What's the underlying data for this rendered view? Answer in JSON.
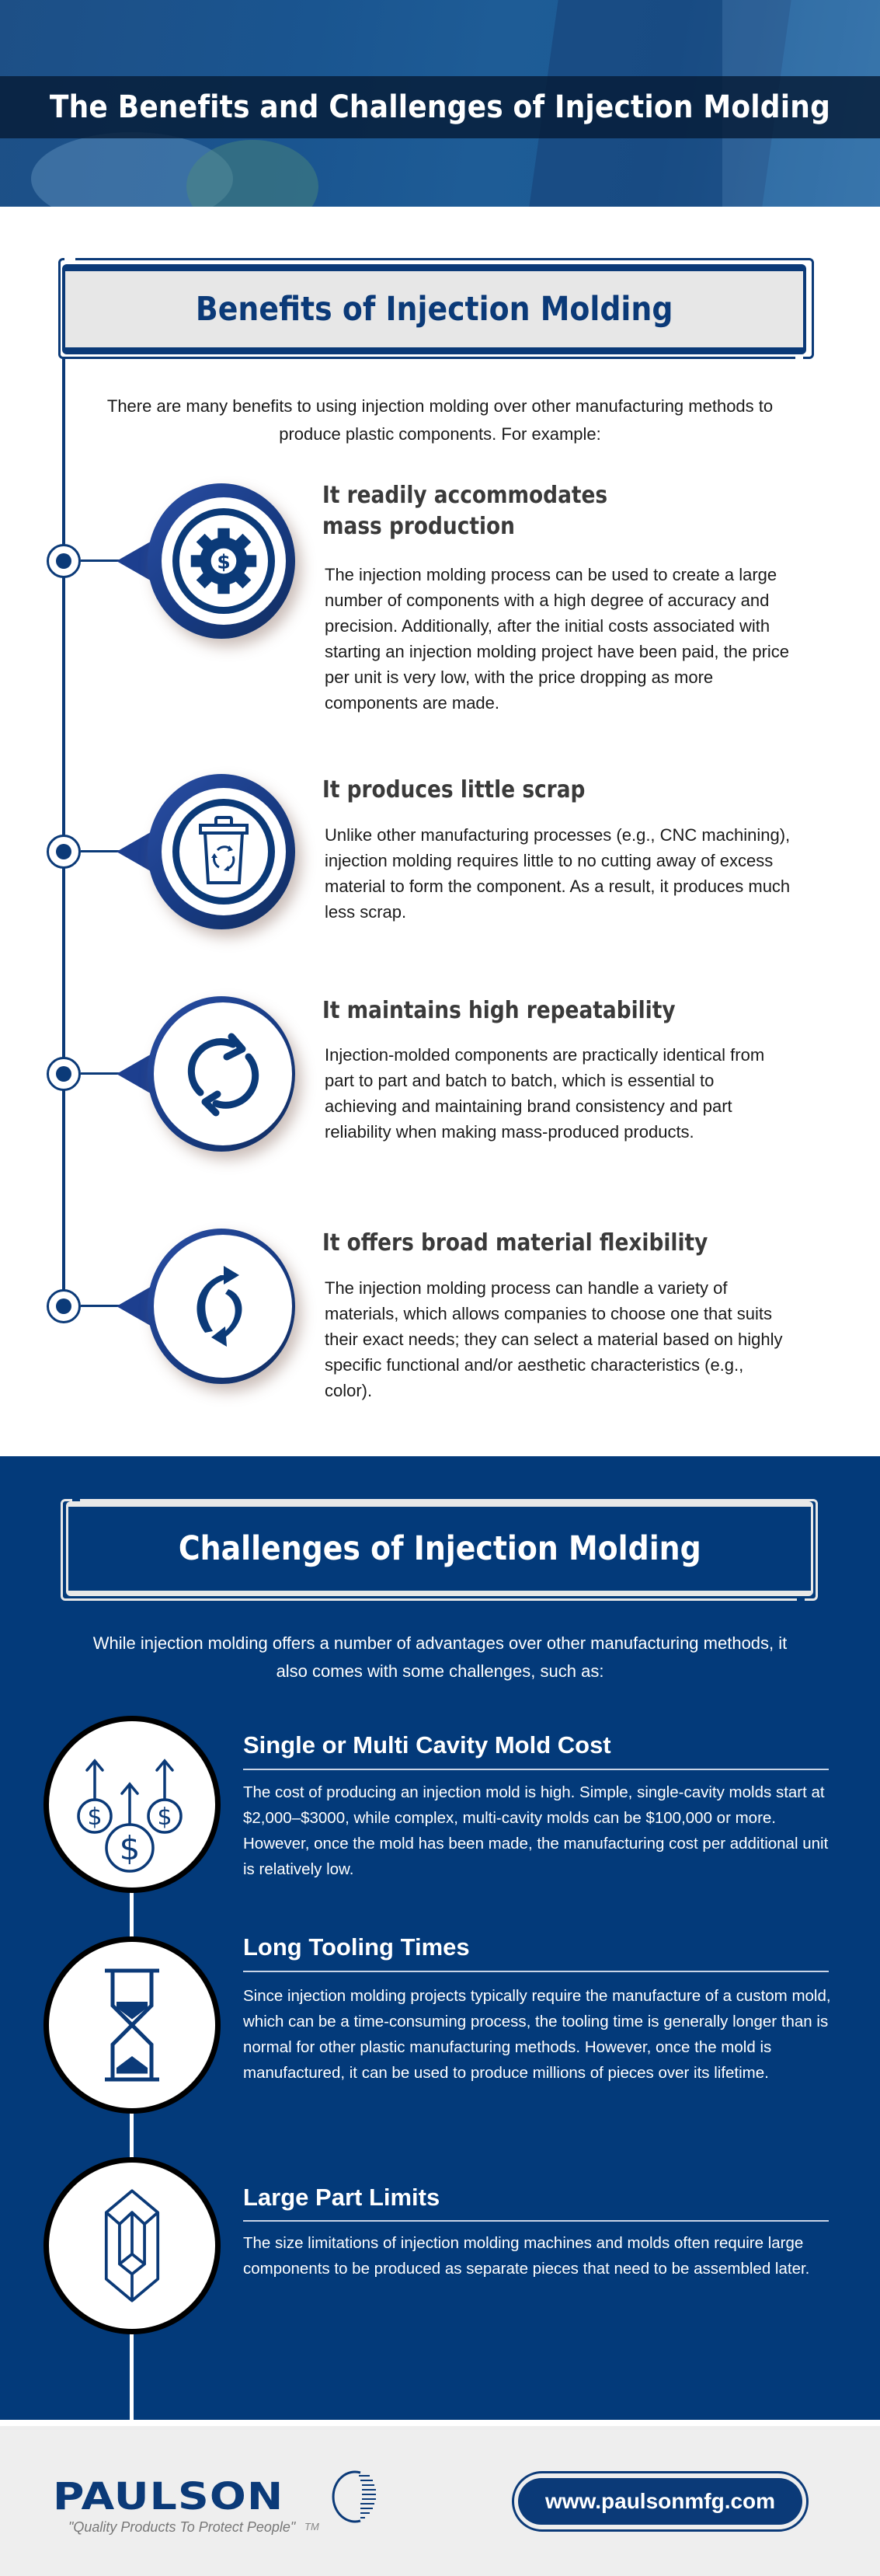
{
  "hero": {
    "title": "The Benefits and Challenges of Injection Molding"
  },
  "benefits": {
    "heading": "Benefits of Injection Molding",
    "intro": "There are many benefits to using injection molding over other manufacturing methods to produce plastic components. For example:",
    "items": [
      {
        "icon": "gear-dollar-icon",
        "title_line1": "It readily accommodates",
        "title_line2": "mass production",
        "text": "The injection molding process can be used to create a large number of components with a high degree of accuracy and precision. Additionally, after the initial costs associated with starting an injection molding project have been paid, the price per unit is very low, with the price dropping as more components are made."
      },
      {
        "icon": "recycle-bin-icon",
        "title": "It produces little scrap",
        "text": "Unlike other manufacturing processes (e.g., CNC machining), injection molding requires little to no cutting away of excess material to form the component. As a result, it produces much less scrap."
      },
      {
        "icon": "refresh-arrows-icon",
        "title": "It maintains high repeatability",
        "text": "Injection-molded components are practically identical from part to part and batch to batch, which is essential to achieving and maintaining brand consistency and part reliability when making mass-produced products."
      },
      {
        "icon": "exchange-arrows-icon",
        "title": "It offers broad material flexibility",
        "text": "The injection molding process can handle a variety of materials, which allows companies to choose one that suits their exact needs; they can select a material based on highly specific functional and/or aesthetic characteristics (e.g., color)."
      }
    ]
  },
  "challenges": {
    "heading": "Challenges of Injection Molding",
    "intro": "While injection molding offers a number of advantages over other manufacturing methods, it also comes with some challenges, such as:",
    "items": [
      {
        "icon": "rising-dollar-coins-icon",
        "title": "Single or Multi Cavity Mold Cost",
        "text": "The cost of producing an injection mold is high. Simple, single-cavity molds start at $2,000–$3000, while complex, multi-cavity molds can be $100,000 or more. However, once the mold has been made, the manufacturing cost per additional unit is relatively low."
      },
      {
        "icon": "hourglass-icon",
        "title": "Long Tooling Times",
        "text": "Since injection molding projects typically require the manufacture of a custom mold, which can be a time-consuming process, the tooling time is generally longer than is normal for other plastic manufacturing methods. However, once the mold is manufactured, it can be used to produce millions of pieces over its lifetime."
      },
      {
        "icon": "cube-icon",
        "title": "Large Part Limits",
        "text": "The size limitations of injection molding machines and molds often require large components to be produced as separate pieces that need to be assembled later."
      }
    ]
  },
  "footer": {
    "logo_text": "PAULSON",
    "tagline": "\"Quality Products To Protect People\"",
    "trademark": "TM",
    "url": "www.paulsonmfg.com"
  },
  "colors": {
    "brand_navy": "#0b3a78",
    "challenges_bg": "#033a7a",
    "header_box_gray": "#e7e7e7",
    "footer_bg": "#eeeeee"
  }
}
